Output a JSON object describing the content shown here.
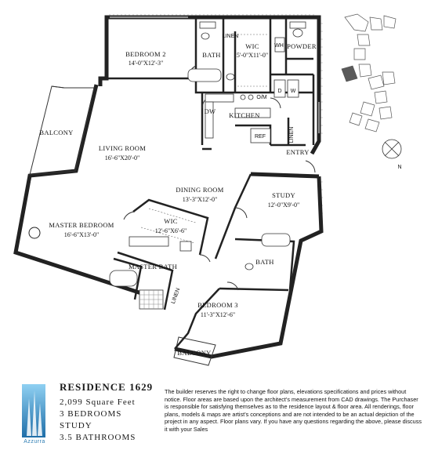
{
  "rooms": {
    "bedroom2": {
      "name": "BEDROOM 2",
      "dim": "14'-0\"X12'-3\""
    },
    "bath_top": {
      "name": "BATH"
    },
    "linen_top": {
      "name": "LINEN"
    },
    "wic_top": {
      "name": "WIC",
      "dim": "5'-0\"X11'-0\""
    },
    "wh": {
      "name": "WH"
    },
    "powder": {
      "name": "POWDER"
    },
    "d": {
      "name": "D"
    },
    "w": {
      "name": "W"
    },
    "om": {
      "name": "O/M"
    },
    "dw": {
      "name": "DW"
    },
    "kitchen": {
      "name": "KITCHEN"
    },
    "ref": {
      "name": "REF"
    },
    "linen_kitchen": {
      "name": "LINEN"
    },
    "entry": {
      "name": "ENTRY"
    },
    "balcony_left": {
      "name": "BALCONY"
    },
    "living": {
      "name": "LIVING ROOM",
      "dim": "16'-6\"X20'-0\""
    },
    "dining": {
      "name": "DINING ROOM",
      "dim": "13'-3\"X12'-0\""
    },
    "study": {
      "name": "STUDY",
      "dim": "12'-0\"X9'-0\""
    },
    "master_bed": {
      "name": "MASTER BEDROOM",
      "dim": "16'-6\"X13'-0\""
    },
    "wic_master": {
      "name": "WIC",
      "dim": "12'-6\"X6'-6\""
    },
    "master_bath": {
      "name": "MASTER BATH"
    },
    "linen_master": {
      "name": "LINEN"
    },
    "bath_right": {
      "name": "BATH"
    },
    "bedroom3": {
      "name": "BEDROOM 3",
      "dim": "11'-3\"X12'-6\""
    },
    "balcony_bottom": {
      "name": "BALCONY"
    }
  },
  "compass": {
    "label": "N"
  },
  "residence": {
    "title": "RESIDENCE 1629",
    "area": "2,099 Square Feet",
    "bedrooms": "3 BEDROOMS",
    "study": "STUDY",
    "bathrooms": "3.5 BATHROOMS"
  },
  "logo": {
    "text": "Azzurra",
    "color": "#2d7db3"
  },
  "highlight_color": "#5a5a5a",
  "disclaimer": "The builder reserves the right to change floor plans, elevations specifications and prices without notice. Floor areas are based upon the architect's measurement from CAD drawings. The Purchaser is responsible for satisfying themselves as to the residence layout & floor area. All renderings, floor plans, models & maps are artist's conceptions and are not intended to be an actual depiction of the project in any aspect. Floor plans vary. If you have any questions regarding the above, please discuss it with your Sales"
}
